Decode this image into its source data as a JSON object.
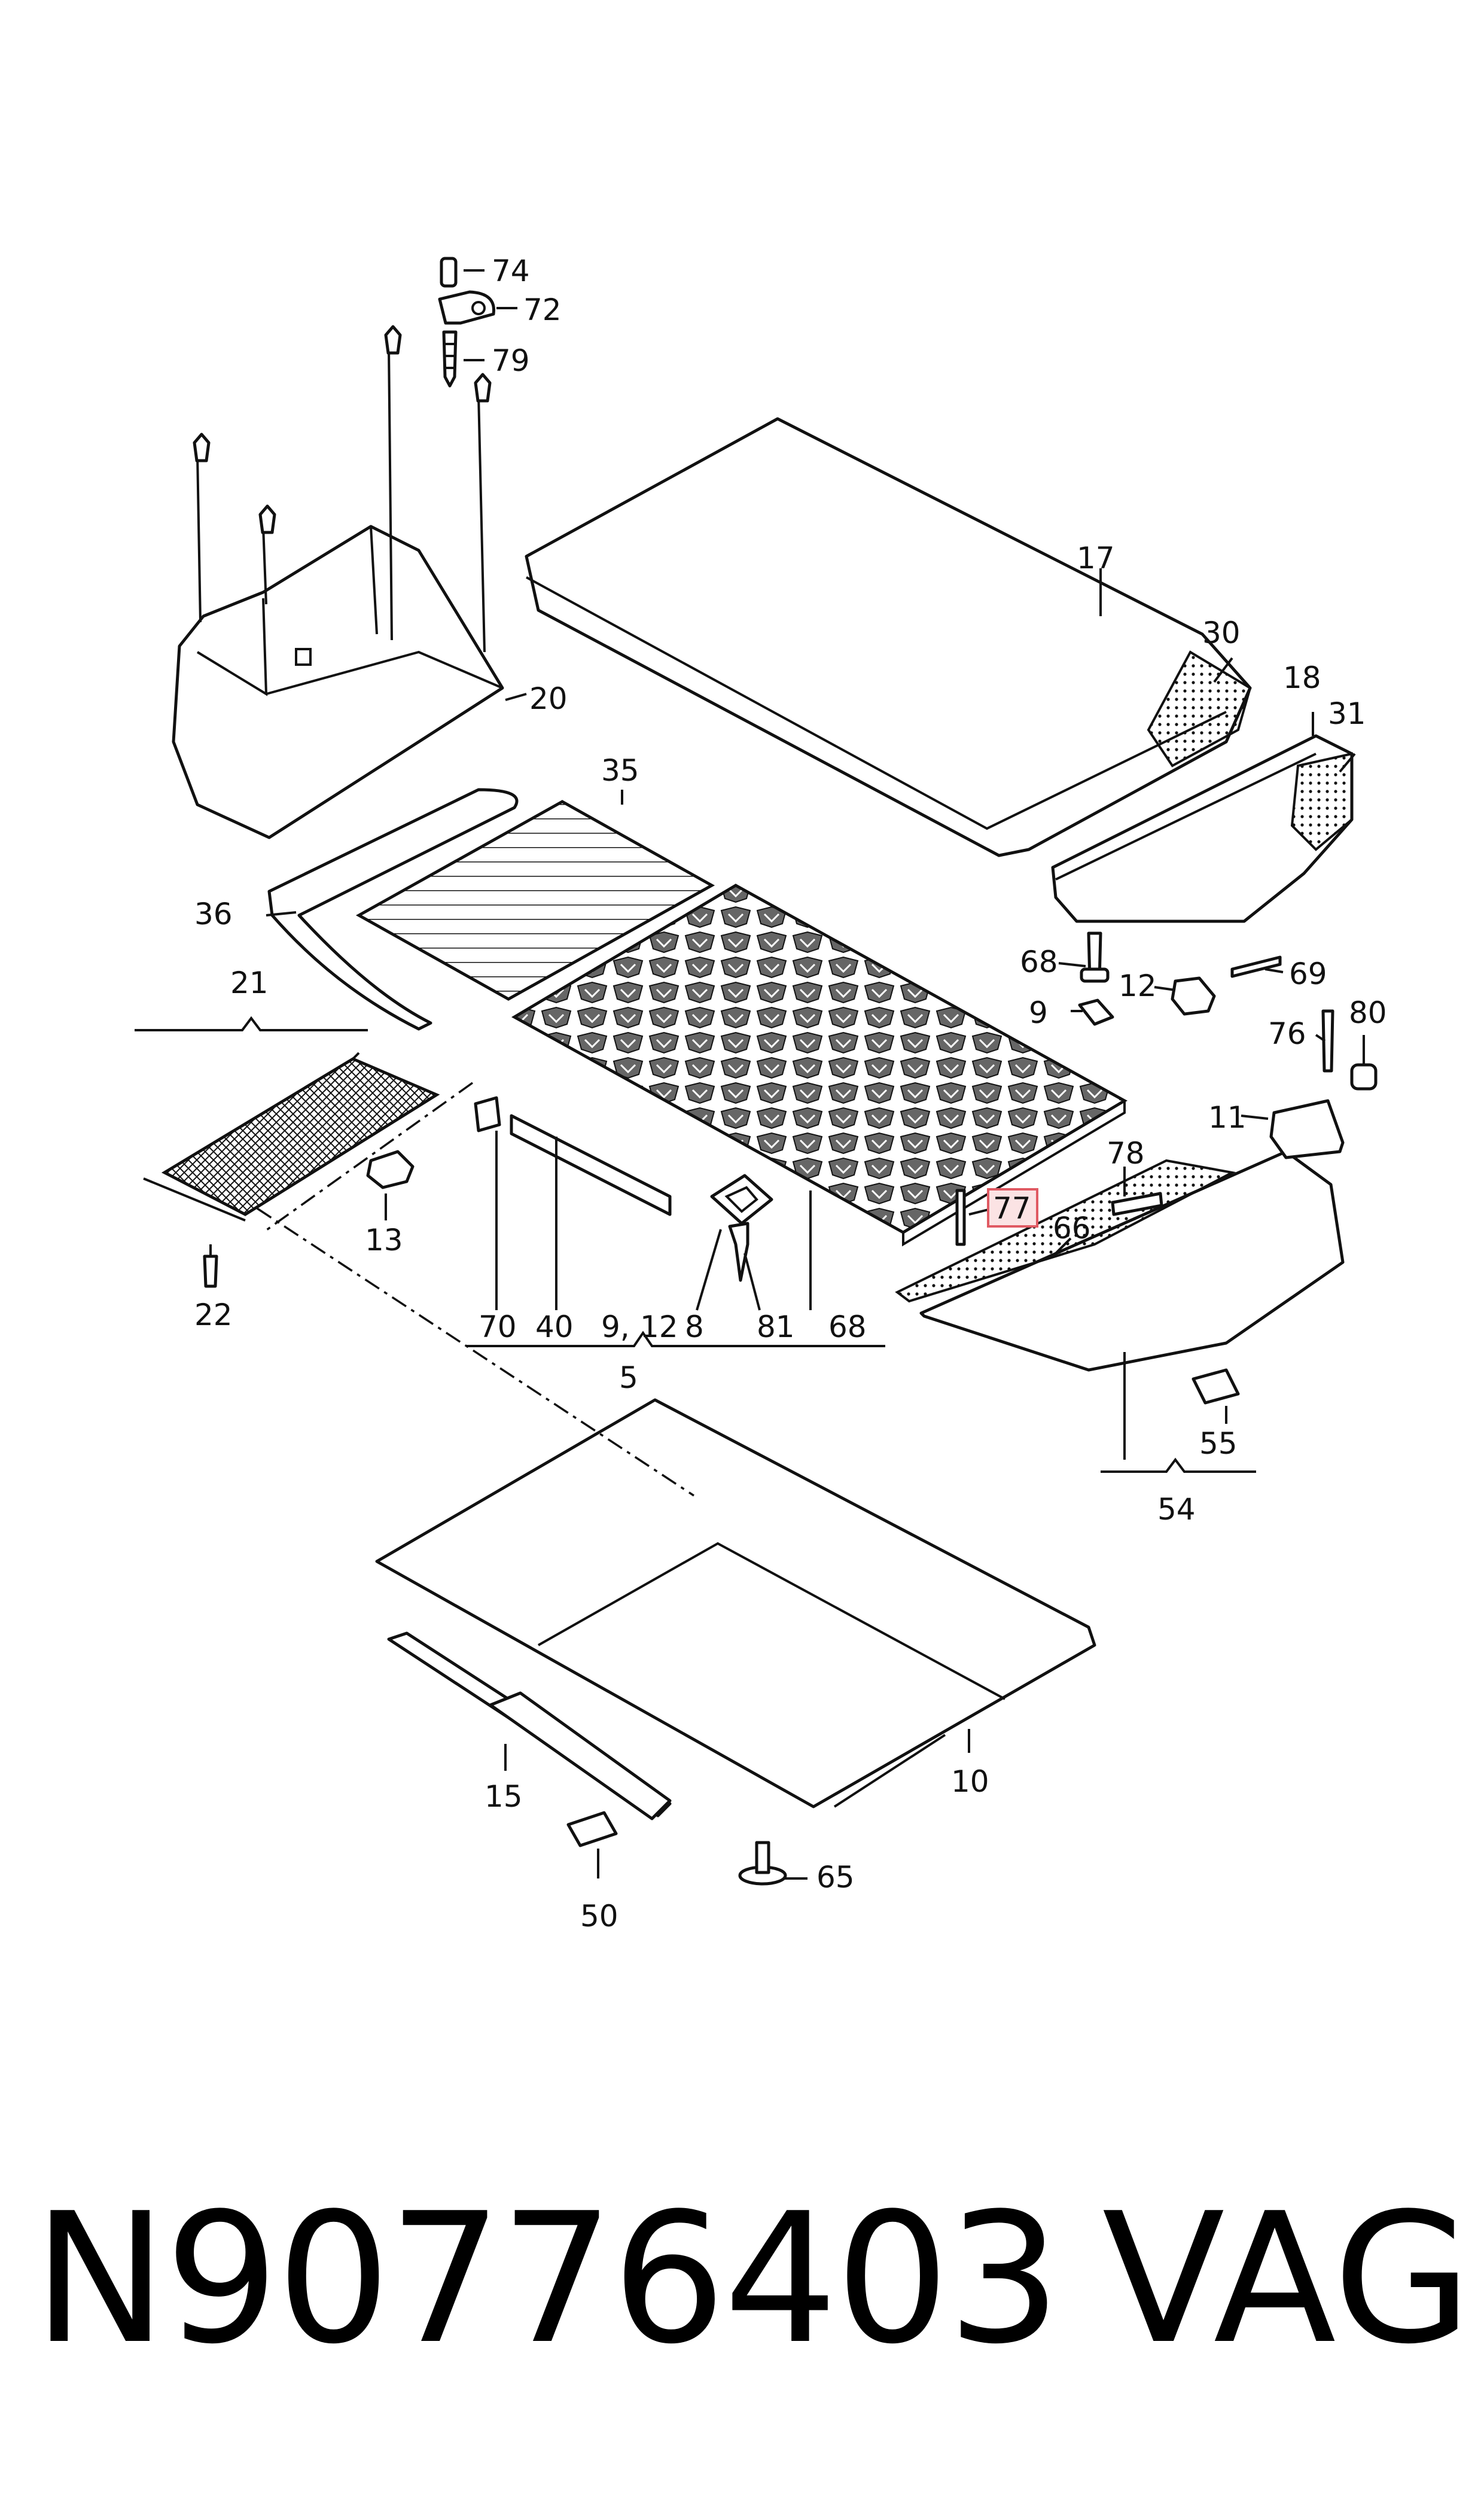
{
  "diagram": {
    "callouts": {
      "c74": "74",
      "c72": "72",
      "c79": "79",
      "c17": "17",
      "c30": "30",
      "c20": "20",
      "c18": "18",
      "c31": "31",
      "c35": "35",
      "c36": "36",
      "c68a": "68",
      "c12a": "12",
      "c69": "69",
      "c9a": "9",
      "c21": "21",
      "c76": "76",
      "c80": "80",
      "c11": "11",
      "c78": "78",
      "c77": "77",
      "c66": "66",
      "c13": "13",
      "c22": "22",
      "c70": "70",
      "c40": "40",
      "c9b": "9,",
      "c12b": "12",
      "c8": "8",
      "c81": "81",
      "c68b": "68",
      "c5": "5",
      "c55": "55",
      "c54": "54",
      "c15": "15",
      "c10": "10",
      "c65": "65",
      "c50": "50"
    },
    "highlighted_part": "77"
  },
  "footer": {
    "part_number": "N90776403",
    "brand": "VAG"
  },
  "colors": {
    "highlight_fill": "#fbe3e4",
    "highlight_border": "#e05a63",
    "line": "#111111"
  }
}
